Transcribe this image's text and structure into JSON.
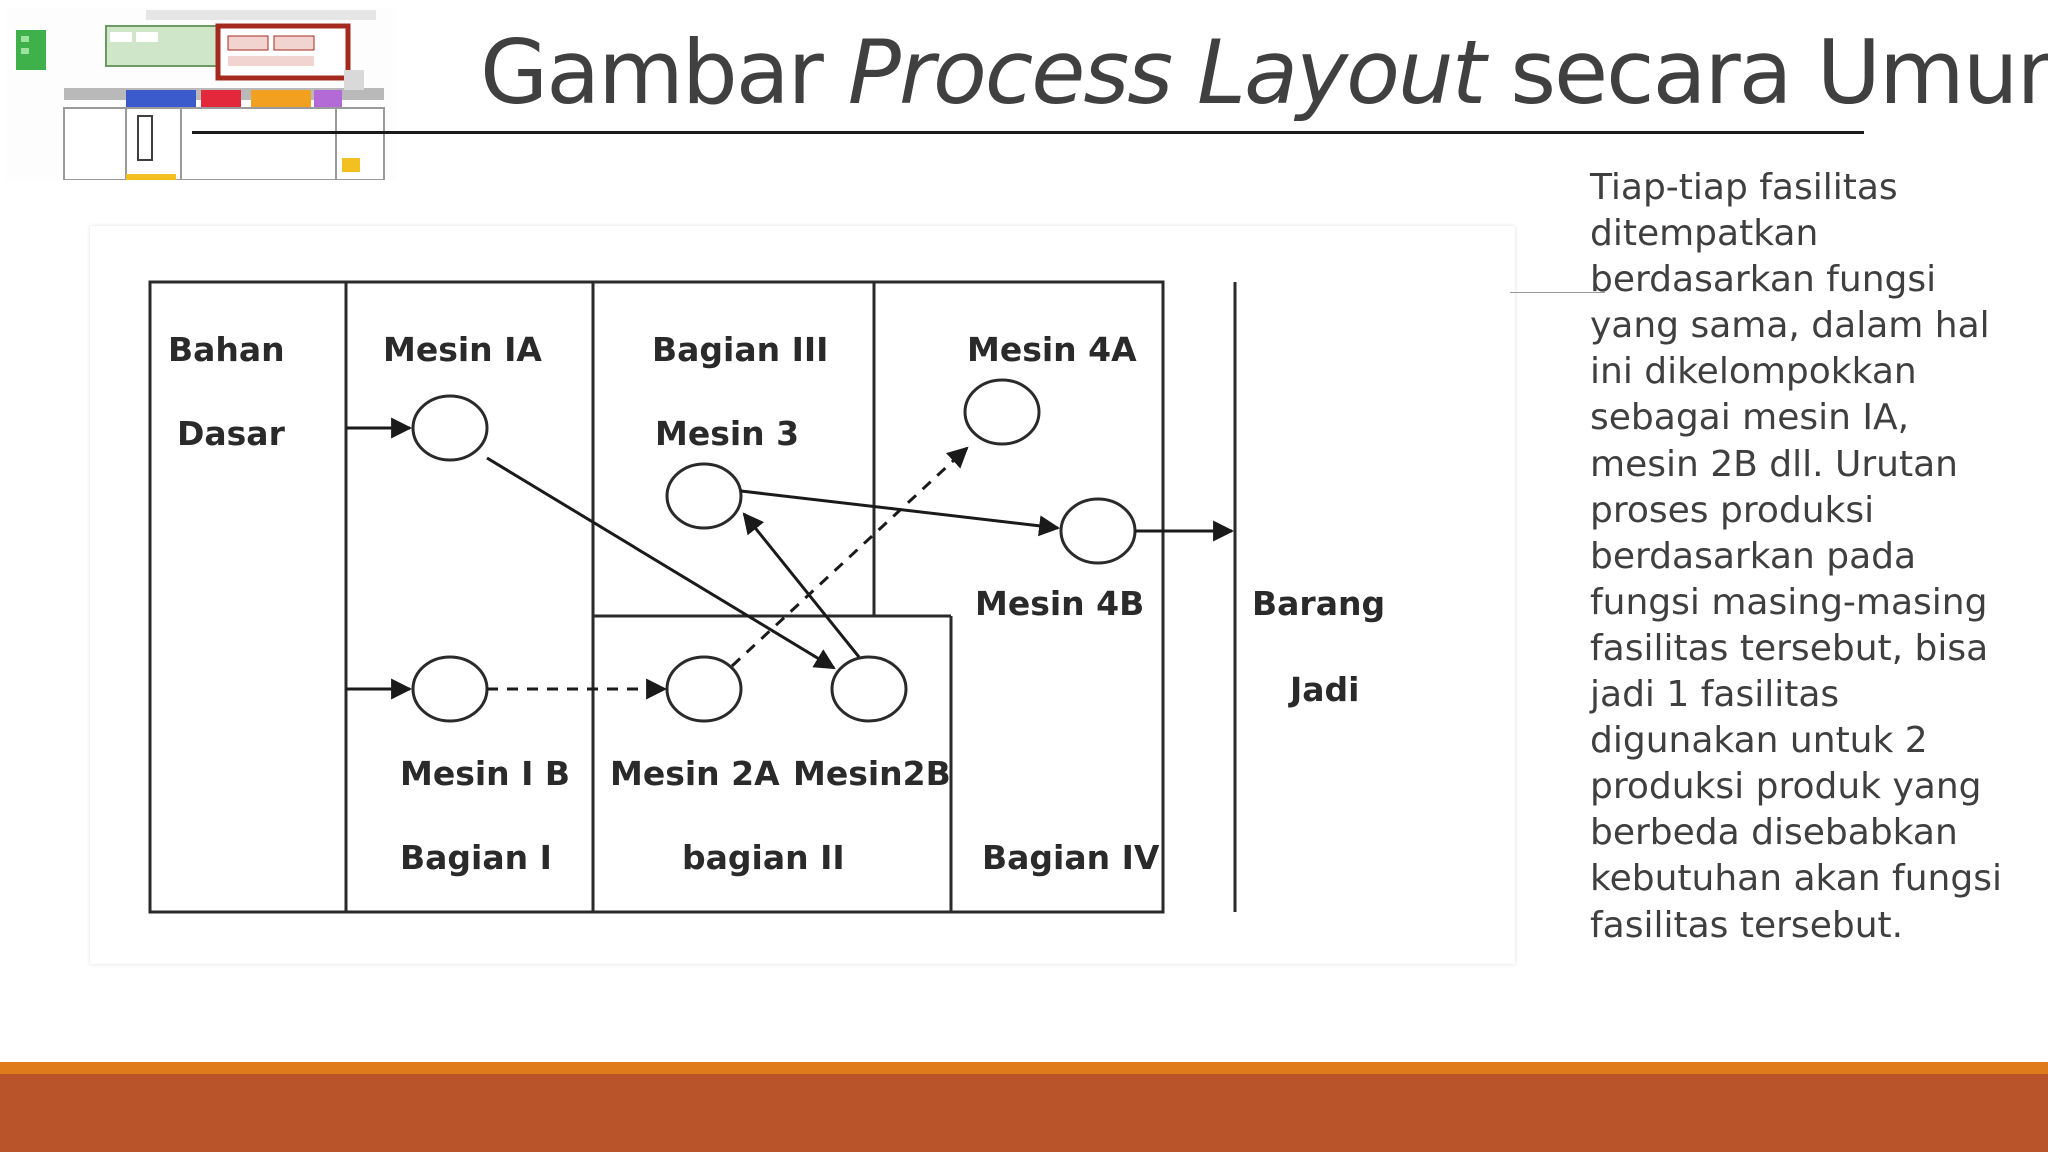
{
  "slide": {
    "title_part1": "Gambar ",
    "title_italic": "Process Layout",
    "title_part2": " secara Umum",
    "description": "Tiap-tiap fasilitas ditempatkan berdasarkan fungsi yang sama, dalam hal ini dikelompokkan sebagai mesin IA, mesin 2B dll. Urutan proses produksi berdasarkan pada fungsi masing-masing fasilitas tersebut, bisa jadi 1 fasilitas digunakan untuk 2 produksi produk yang berbeda disebabkan kebutuhan akan fungsi fasilitas tersebut."
  },
  "diagram": {
    "labels": {
      "bahan": "Bahan",
      "dasar": "Dasar",
      "mesin_ia": "Mesin IA",
      "bagian_iii": "Bagian III",
      "mesin_3": "Mesin 3",
      "mesin_4a": "Mesin 4A",
      "mesin_4b": "Mesin 4B",
      "barang": "Barang",
      "jadi": "Jadi",
      "mesin_ib": "Mesin I B",
      "mesin_2a": "Mesin 2A",
      "mesin_2b": "Mesin2B",
      "bagian_i": "Bagian I",
      "bagian_ii": "bagian II",
      "bagian_iv": "Bagian IV"
    }
  },
  "colors": {
    "title": "#404040",
    "bar_orange": "#e07b1c",
    "bar_rust": "#b9542a"
  }
}
